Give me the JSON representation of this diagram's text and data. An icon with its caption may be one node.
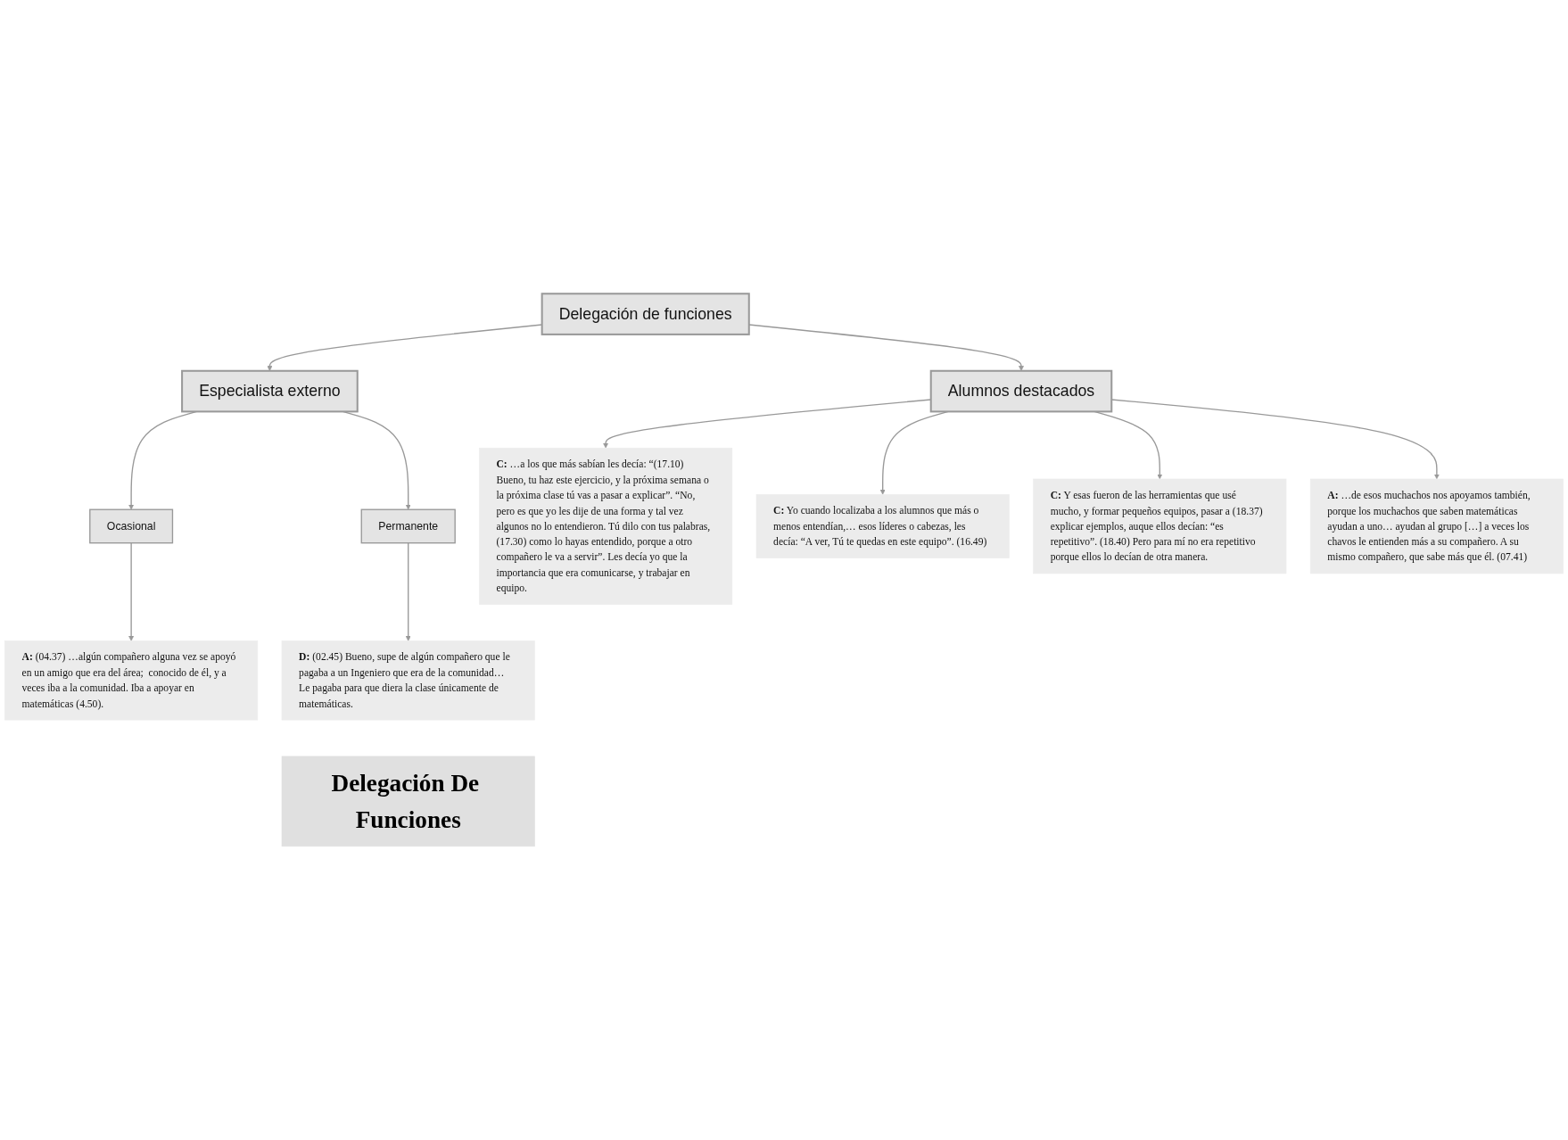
{
  "diagram": {
    "nodes": [
      {
        "text": [
          "Delegación de funciones"
        ]
      },
      {
        "text": [
          "Especialista externo"
        ]
      },
      {
        "text": [
          "Ocasional"
        ]
      },
      {
        "text": [
          "**A:** (04.37) …algún compañero alguna vez se apoyó en un amigo que era del área;  conocido de él, y a veces iba a la comunidad. Iba a apoyar en matemáticas (4.50)."
        ]
      },
      {
        "text": [
          "Permanente"
        ]
      },
      {
        "text": [
          "**D:** (02.45) Bueno, supe de algún compañero que le pagaba a un Ingeniero que era de la comunidad… Le pagaba para que diera la clase únicamente de matemáticas."
        ]
      },
      {
        "text": [
          "Alumnos destacados"
        ]
      },
      {
        "text": [
          "**C:** …a los que más sabían les decía: “(17.10) Bueno, tu haz este ejercicio, y la próxima semana o la próxima clase tú vas a pasar a explicar”. “No, pero es que yo les dije de una forma y tal vez algunos no lo entendieron. Tú dilo con tus palabras, (17.30) como lo hayas entendido, porque a otro compañero le va a servir”. Les decía yo que la importancia que era comunicarse, y trabajar en equipo."
        ]
      },
      {
        "text": [
          "**C:** Yo cuando localizaba a los alumnos que más o menos entendían,… esos líderes o cabezas, les decía: “A ver, Tú te quedas en este equipo”. (16.49)"
        ]
      },
      {
        "text": [
          "**C:** Y esas fueron de las herramientas que usé mucho, y formar pequeños equipos, pasar a (18.37) explicar ejemplos, auque ellos decían: “es repetitivo”. (18.40) Pero para mí no era repetitivo porque ellos lo decían de otra manera."
        ]
      },
      {
        "text": [
          "**A:** …de esos muchachos nos apoyamos también, porque los muchachos que saben matemáticas ayudan a uno… ayudan al grupo […] a veces los chavos le entienden más a su compañero. A su mismo compañero, que sabe más que él. (07.41)"
        ]
      },
      {
        "text": [
          "Delegación De Funciones"
        ]
      }
    ],
    "edges": [
      {
        "from": 0,
        "to": 1,
        "arrow": "to"
      },
      {
        "from": 1,
        "to": 2,
        "arrow": "to"
      },
      {
        "from": 2,
        "to": 3,
        "arrow": "to"
      },
      {
        "from": 1,
        "to": 4,
        "arrow": "to"
      },
      {
        "from": 4,
        "to": 5,
        "arrow": "to"
      },
      {
        "from": 0,
        "to": 6,
        "arrow": "to"
      },
      {
        "from": 6,
        "to": 7,
        "arrow": "to"
      },
      {
        "from": 6,
        "to": 8,
        "arrow": "to"
      },
      {
        "from": 6,
        "to": 9,
        "arrow": "to"
      },
      {
        "from": 6,
        "to": 10,
        "arrow": "to"
      }
    ]
  }
}
